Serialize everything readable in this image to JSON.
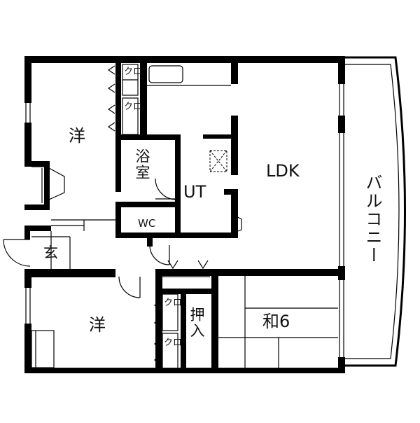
{
  "rooms": {
    "western_1": "洋",
    "western_2": "洋",
    "ldk": "LDK",
    "bath": "浴室",
    "utility": "UT",
    "toilet": "WC",
    "entrance": "玄",
    "japanese": "和6",
    "oshiire": "押入",
    "balcony": "バルコニー",
    "closets": [
      "クロ",
      "クロ",
      "クロ",
      "クロ"
    ]
  }
}
